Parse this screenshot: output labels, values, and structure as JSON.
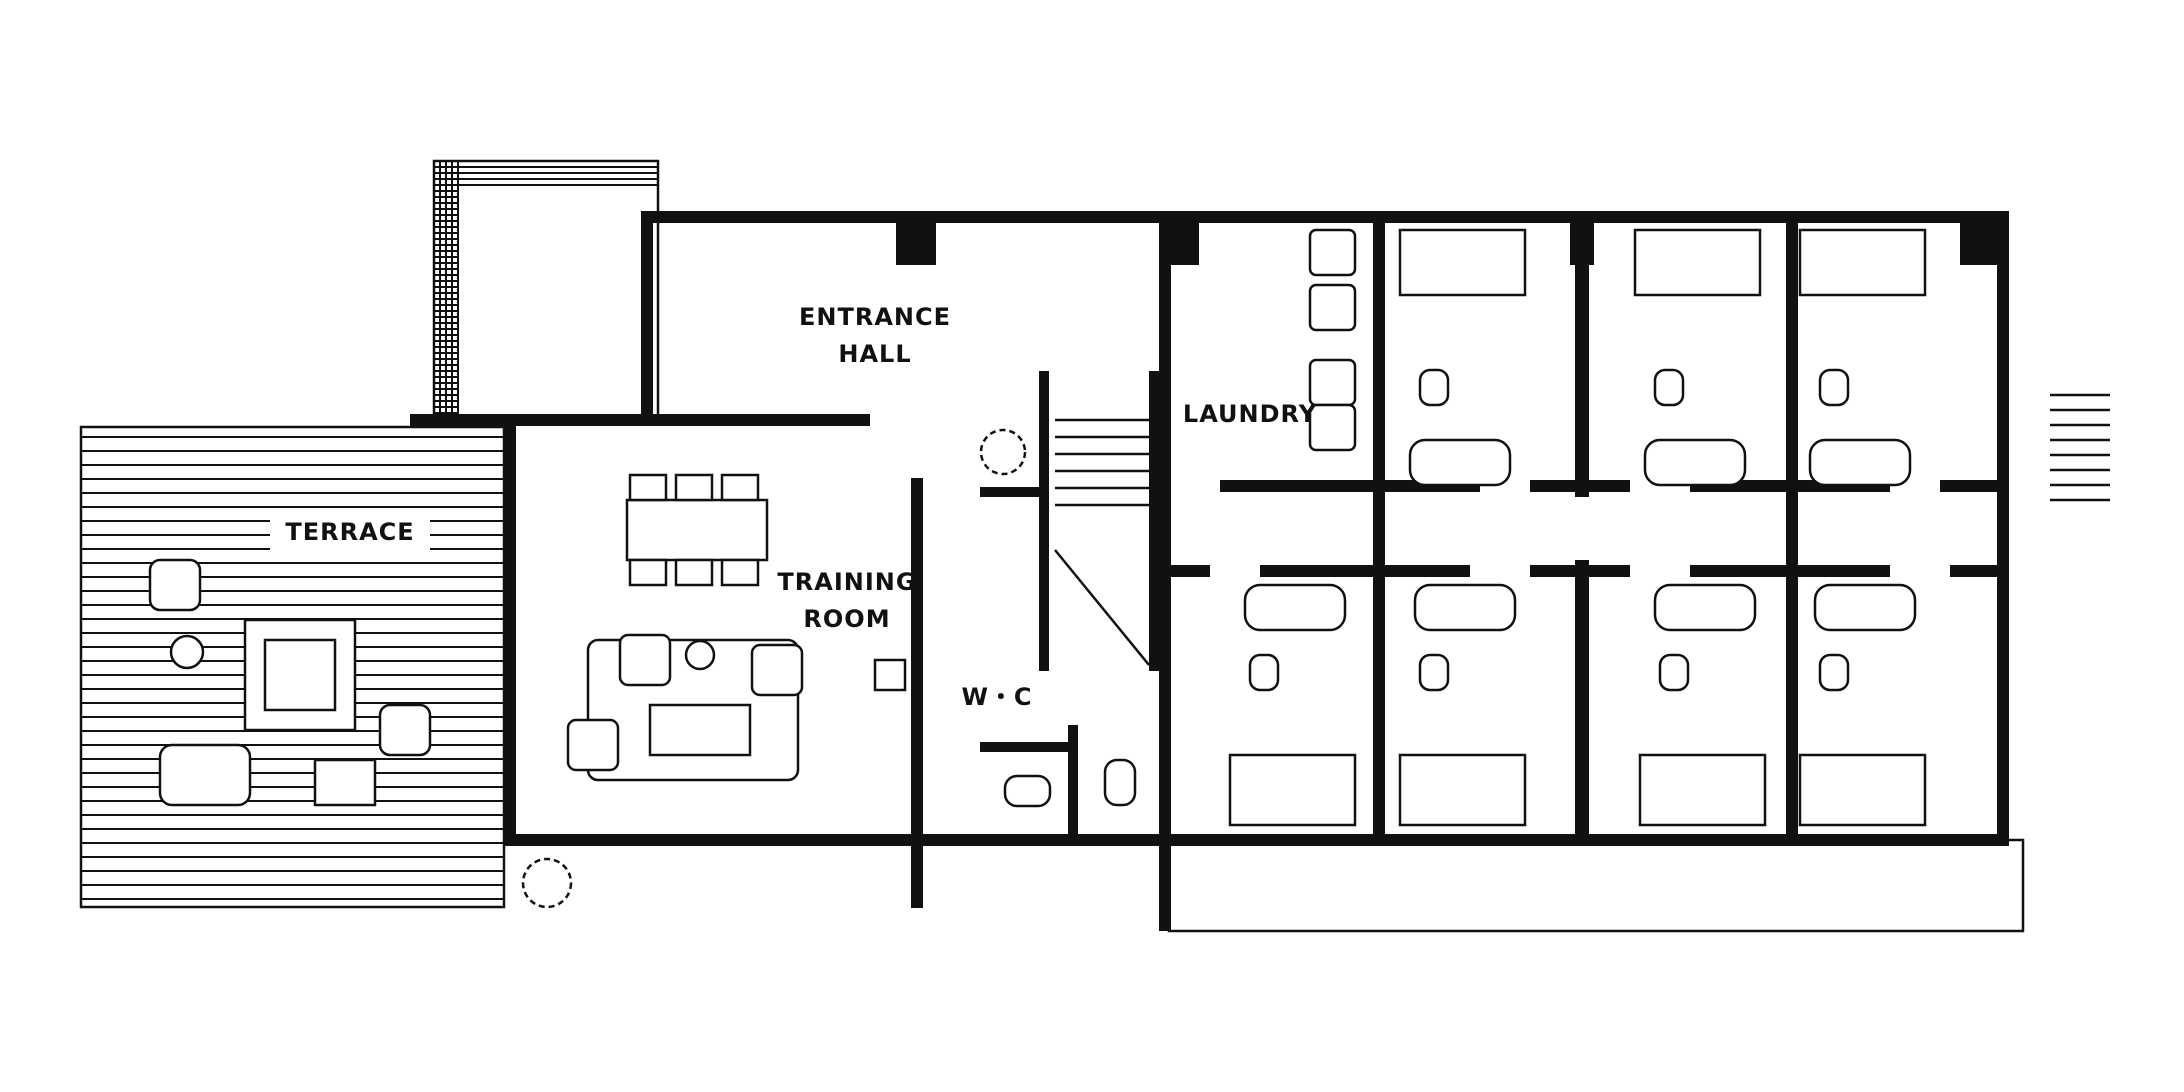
{
  "rooms": {
    "terrace": "TERRACE",
    "entrance_line1": "ENTRANCE",
    "entrance_line2": "HALL",
    "training_line1": "TRAINING",
    "training_line2": "ROOM",
    "wc": "W・C",
    "laundry": "LAUNDRY"
  },
  "colors": {
    "ink": "#111111",
    "paper": "#ffffff"
  }
}
